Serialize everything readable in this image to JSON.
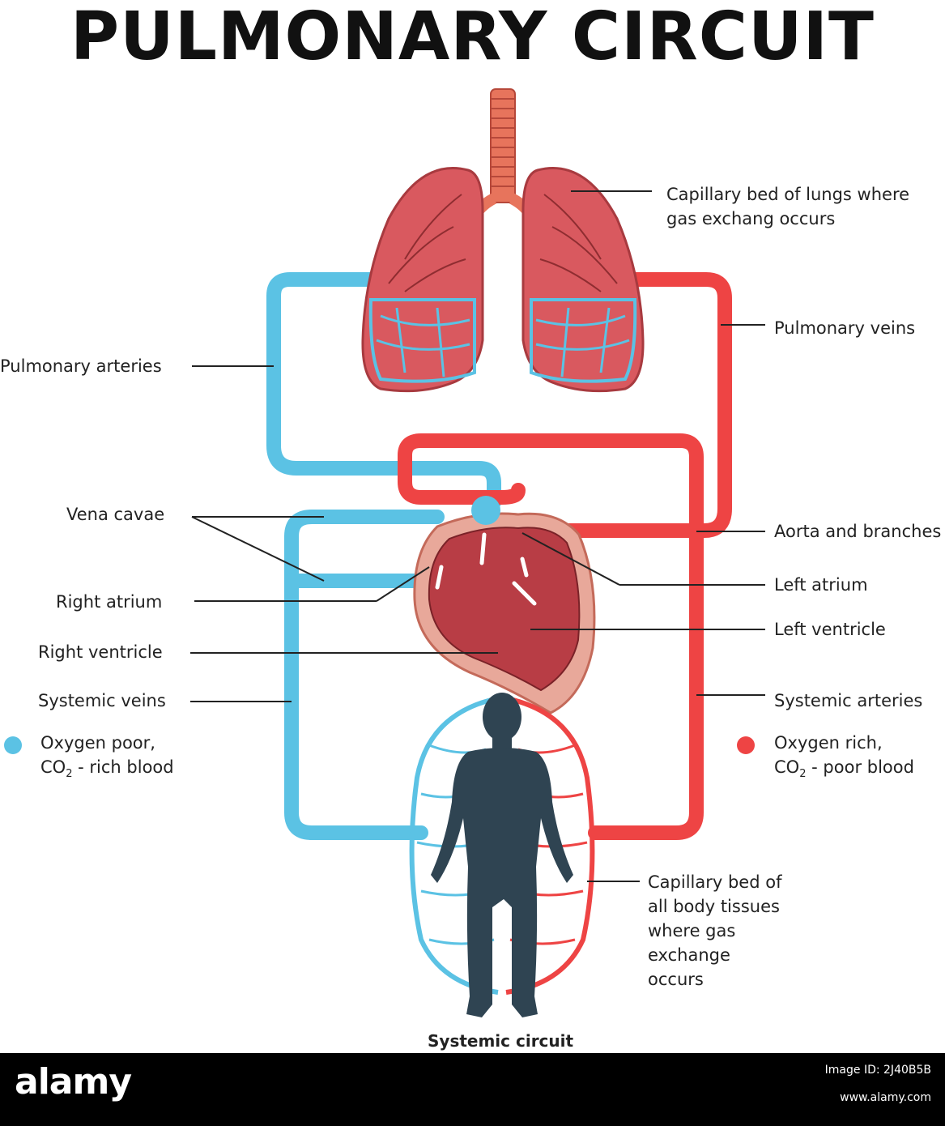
{
  "title": "PULMONARY CIRCUIT",
  "labels": {
    "capillary_lungs": "Capillary bed of lungs where gas exchang occurs",
    "pulmonary_veins": "Pulmonary veins",
    "pulmonary_arteries": "Pulmonary arteries",
    "vena_cavae": "Vena cavae",
    "aorta": "Aorta and branches",
    "left_atrium": "Left atrium",
    "right_atrium": "Right atrium",
    "left_ventricle": "Left ventricle",
    "right_ventricle": "Right ventricle",
    "systemic_veins": "Systemic veins",
    "systemic_arteries": "Systemic arteries",
    "capillary_body": "Capillary bed of all body tissues where gas exchange occurs",
    "systemic_circuit": "Systemic circuit"
  },
  "legend": {
    "poor_line1": "Oxygen poor,",
    "poor_line2_pre": "CO",
    "poor_line2_sub": "2",
    "poor_line2_post": " - rich blood",
    "rich_line1": "Oxygen rich,",
    "rich_line2_pre": "CO",
    "rich_line2_sub": "2",
    "rich_line2_post": " - poor blood"
  },
  "colors": {
    "oxygen_poor": "#5bc2e4",
    "oxygen_rich": "#ee4444",
    "lung": "#d9595f",
    "body": "#2f4452"
  },
  "watermark": {
    "brand": "alamy",
    "image_id_label": "Image ID: 2J40B5B",
    "url": "www.alamy.com"
  }
}
